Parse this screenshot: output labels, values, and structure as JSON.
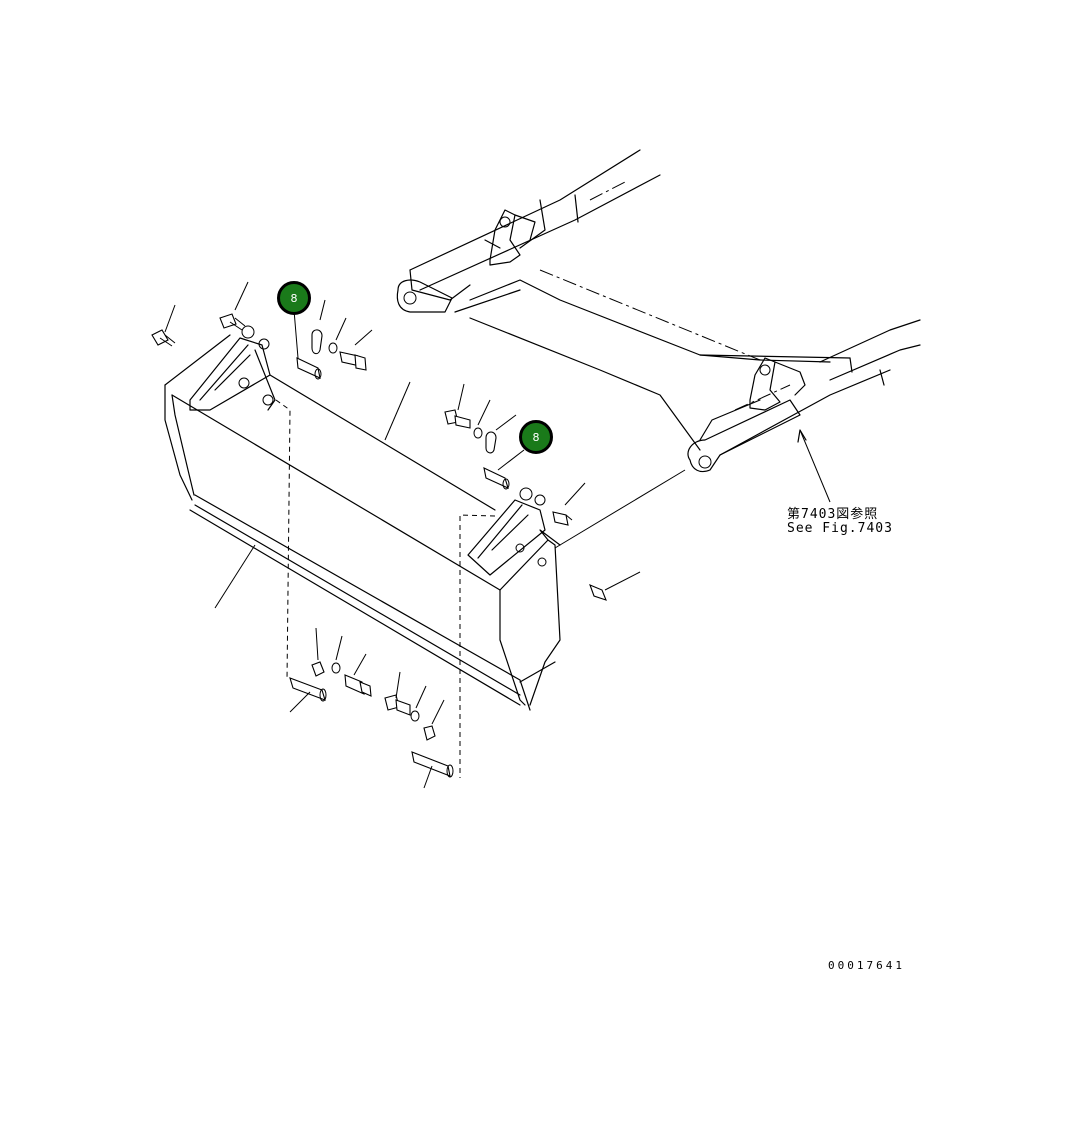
{
  "references": {
    "japanese": "第7403図参照",
    "english": "See Fig.7403"
  },
  "drawing_number": "00017641",
  "callouts": [
    {
      "number": "8"
    },
    {
      "number": "8"
    }
  ],
  "colors": {
    "callout_fill": "#1a7a1a",
    "line": "#000000",
    "background": "#ffffff"
  }
}
